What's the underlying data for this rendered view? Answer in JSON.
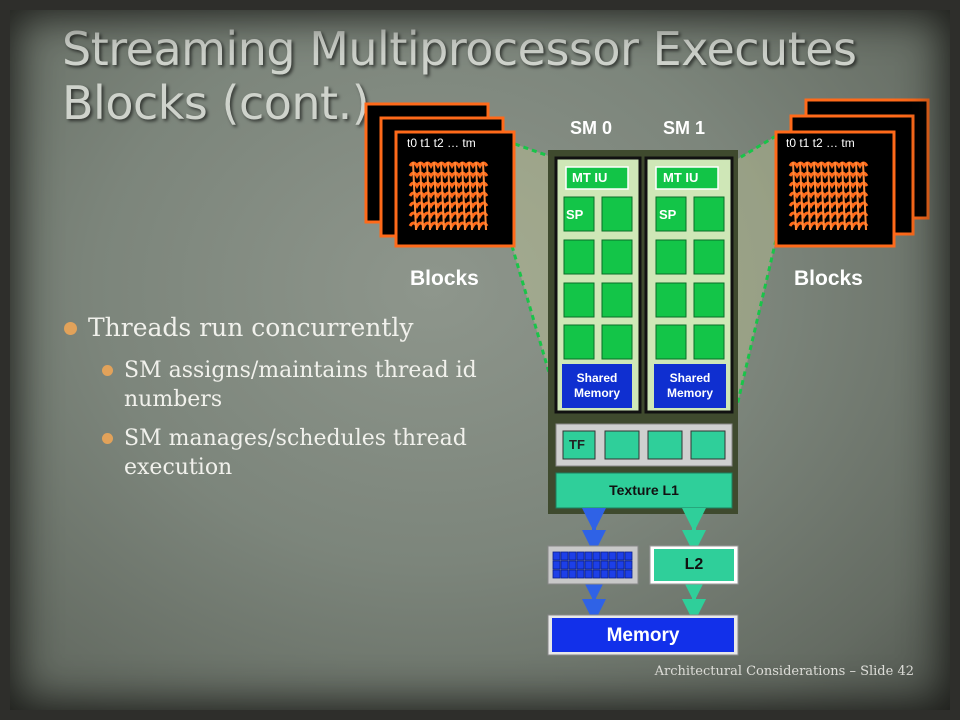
{
  "slide": {
    "title": "Streaming Multiprocessor Executes Blocks (cont.)",
    "bullets": [
      {
        "text": "Threads run concurrently",
        "sub": [
          "SM assigns/maintains thread id numbers",
          "SM manages/schedules thread execution"
        ]
      }
    ],
    "footer": "Architectural Considerations – Slide 42"
  },
  "diagram": {
    "sm0_label": "SM 0",
    "sm1_label": "SM 1",
    "blocks_left": "Blocks",
    "blocks_right": "Blocks",
    "block_threads": "t0 t1 t2 … tm",
    "mtiu": "MT IU",
    "sp": "SP",
    "shared_line1": "Shared",
    "shared_line2": "Memory",
    "tf": "TF",
    "texture_l1": "Texture L1",
    "l2": "L2",
    "memory": "Memory"
  },
  "colors": {
    "sm_green": "#13c548",
    "teal": "#2fcf9a",
    "shared_blue": "#0f2fd0",
    "memory_blue": "#1230ea",
    "block_orange": "#ff6a1a",
    "arrow_blue": "#2f62e6",
    "arrow_teal": "#2fcf9a",
    "bullet_orange": "#e2a25a"
  }
}
